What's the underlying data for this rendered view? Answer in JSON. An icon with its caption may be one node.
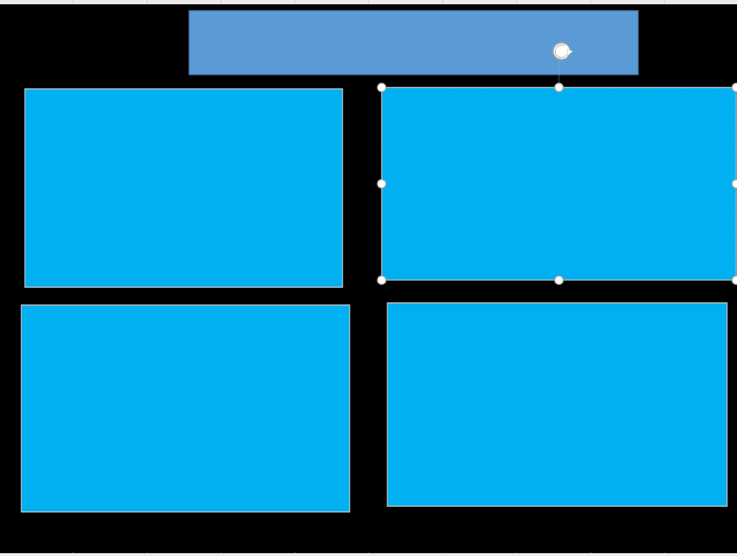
{
  "diagram": {
    "nodes": [
      {
        "text": [],
        "shape": "banner"
      },
      {
        "text": [],
        "shape": "box"
      },
      {
        "text": [],
        "shape": "box"
      },
      {
        "text": [],
        "shape": "box"
      },
      {
        "text": [],
        "shape": "box"
      }
    ]
  }
}
